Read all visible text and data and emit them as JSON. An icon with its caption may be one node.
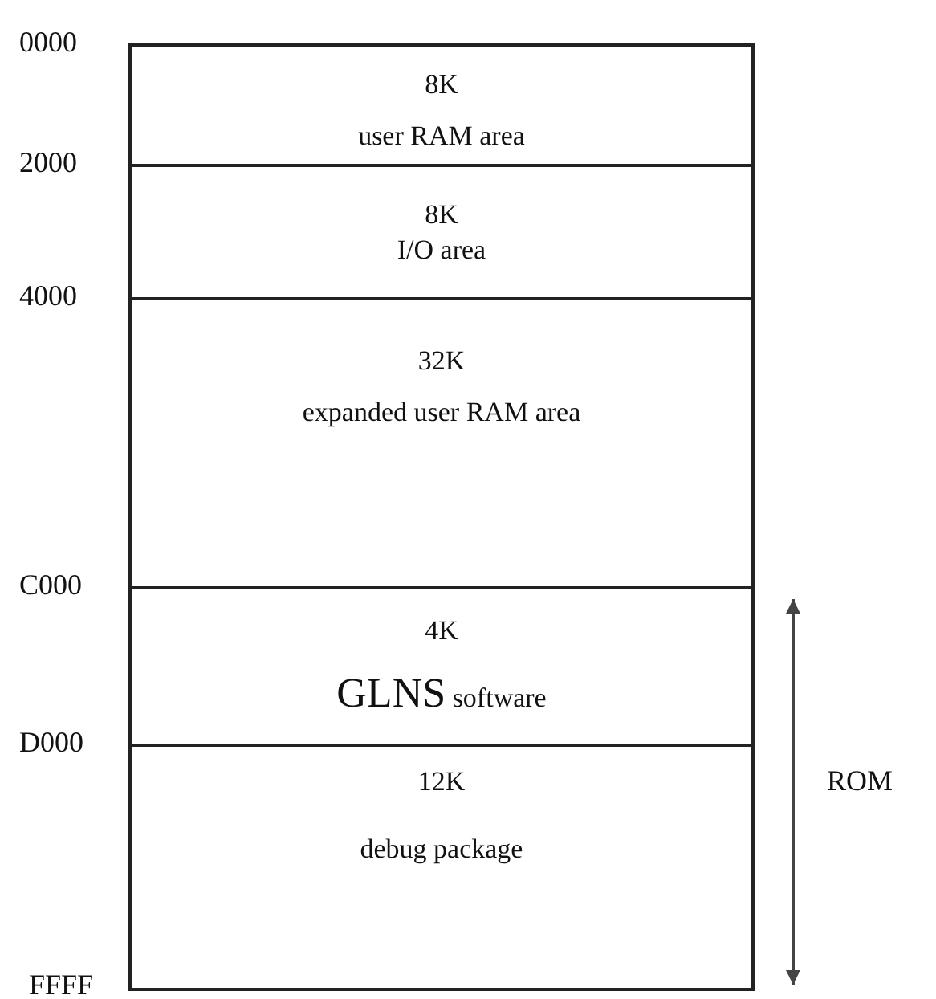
{
  "diagram": {
    "nodes": [
      {
        "text": [
          "8K",
          "user RAM area"
        ]
      },
      {
        "text": [
          "8K",
          "I/O area"
        ]
      },
      {
        "text": [
          "32K",
          "expanded user RAM area"
        ]
      },
      {
        "text": [
          "4K",
          "GLNS software"
        ]
      },
      {
        "text": [
          "12K",
          "debug package"
        ]
      }
    ],
    "labels": [
      "0000",
      "2000",
      "4000",
      "C000",
      "D000",
      "ROM",
      "FFFF"
    ]
  }
}
